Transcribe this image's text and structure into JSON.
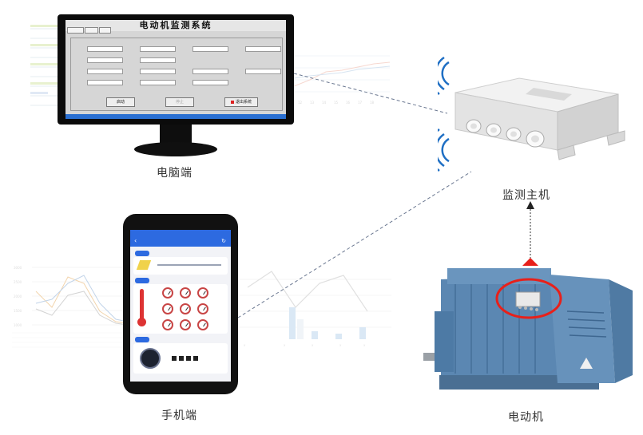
{
  "labels": {
    "pc": "电脑端",
    "host": "监测主机",
    "phone": "手机端",
    "motor": "电动机"
  },
  "pc_screen": {
    "title": "电动机监测系统",
    "buttons": {
      "start": "启动",
      "stop": "停止",
      "exit": "退出系统"
    }
  },
  "colors": {
    "link_line": "#5a6a8a",
    "motor_body": "#5a86b0",
    "highlight_circle": "#e8201a",
    "app_bar": "#2d6ae0"
  }
}
